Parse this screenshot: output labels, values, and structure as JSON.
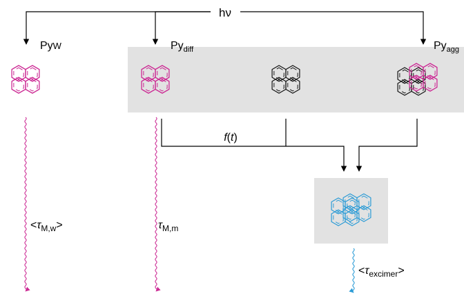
{
  "header": {
    "light_label": "hν"
  },
  "species": {
    "py_w": {
      "label": "Py",
      "sub": "W"
    },
    "py_diff": {
      "label": "Py",
      "sub": "diff"
    },
    "py_agg": {
      "label": "Py",
      "sub": "agg"
    }
  },
  "kinetics": {
    "f_t": {
      "f": "f",
      "open": "(",
      "t": "t",
      "close": ")"
    },
    "tau_mw": {
      "lt": "<",
      "tau": "τ",
      "sub": "M,w",
      "gt": ">"
    },
    "tau_mm": {
      "tau": "τ",
      "sub": "M,m"
    },
    "tau_excimer": {
      "lt": "<",
      "tau": "τ",
      "sub": "excimer",
      "gt": ">"
    }
  },
  "colors": {
    "monomer": "#cc2a94",
    "ground": "#111111",
    "excimer": "#2a9bd6",
    "box": "#e2e2e2",
    "line": "#000000"
  }
}
